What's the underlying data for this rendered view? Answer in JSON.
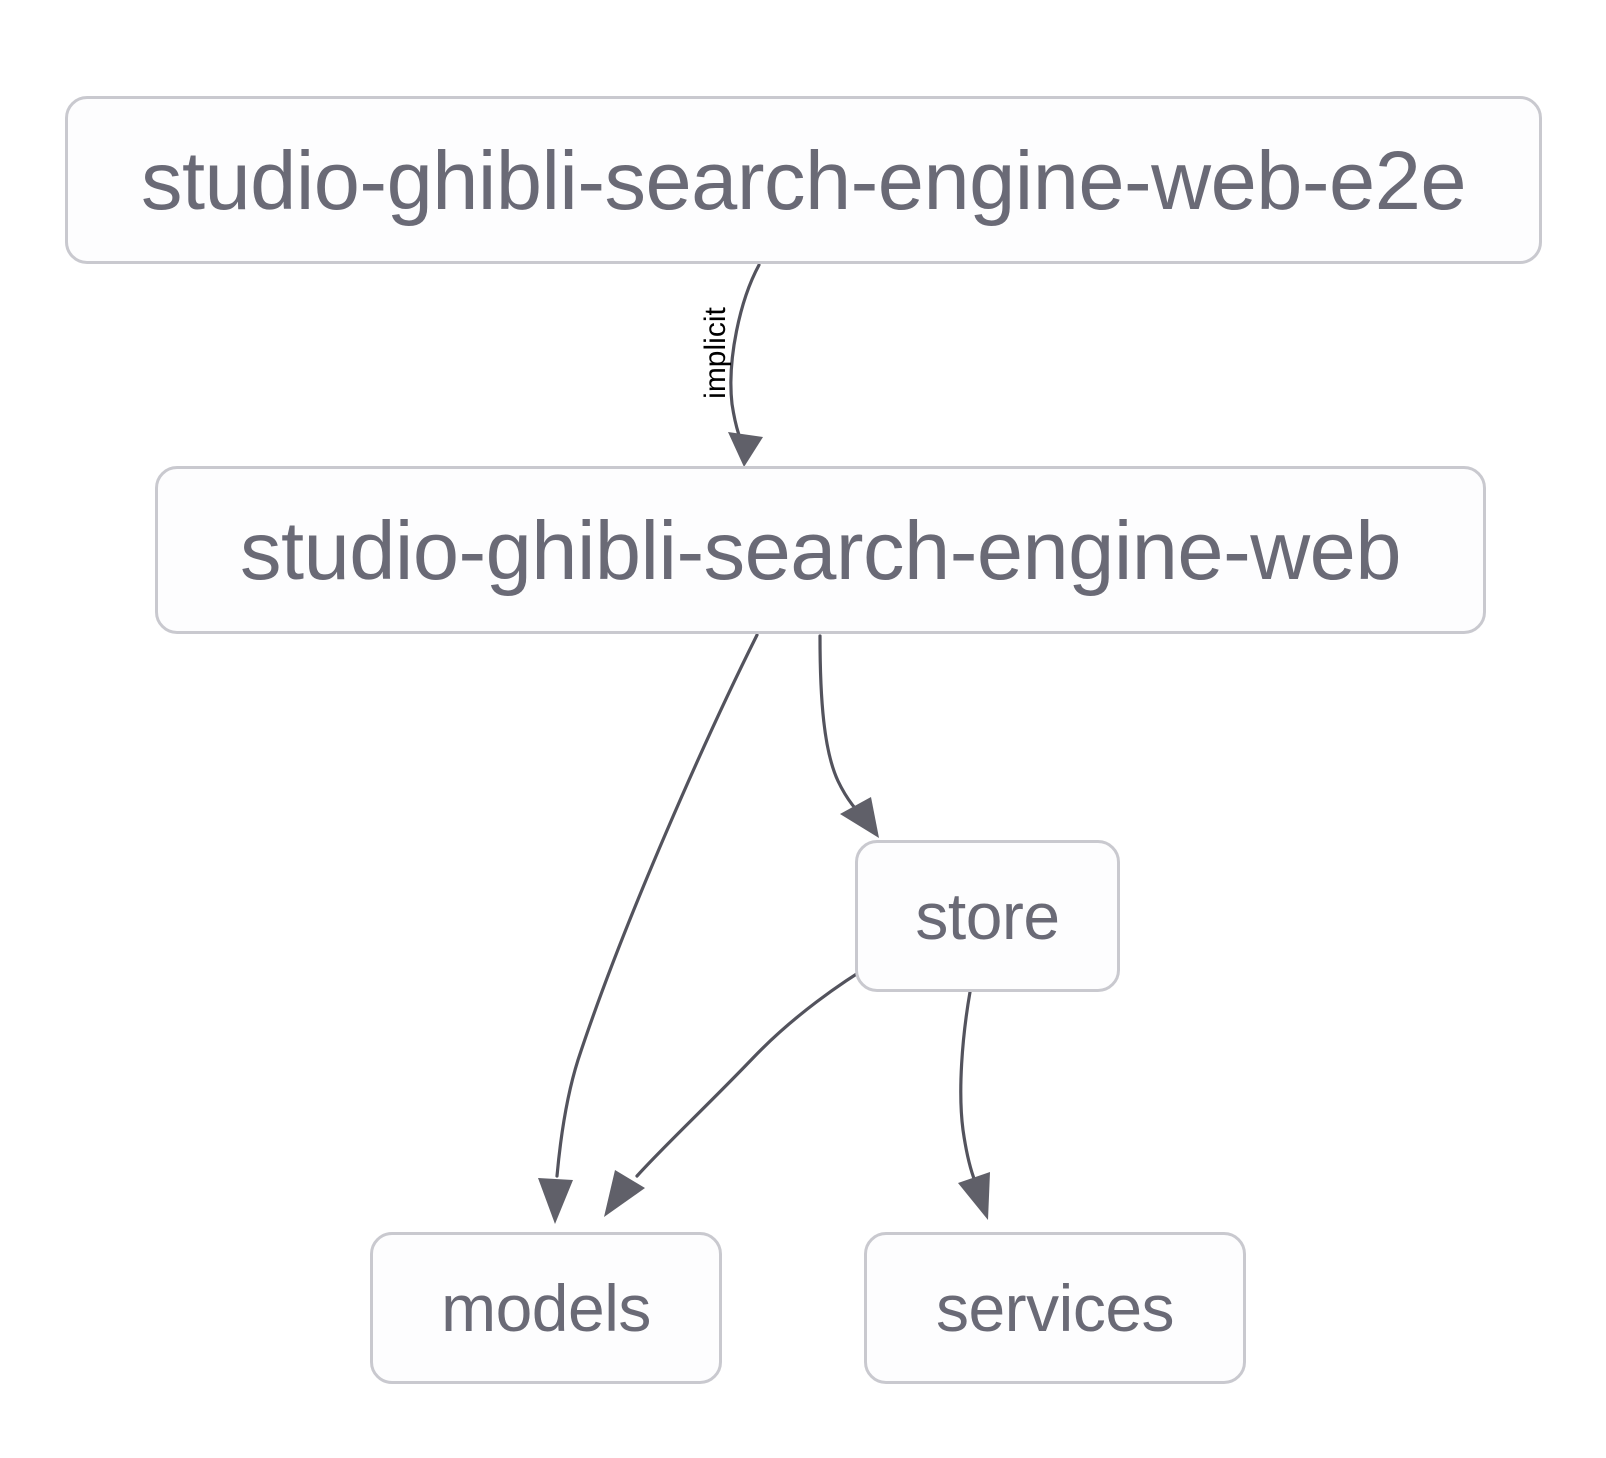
{
  "diagram": {
    "type": "dependency-graph",
    "background_color": "#ffffff",
    "node_border_color": "#c9c9cf",
    "node_fill_color": "#fdfdfe",
    "node_text_color": "#6a6a76",
    "edge_color": "#53535d",
    "edge_label_color": "#000000",
    "nodes": [
      {
        "id": "root",
        "label": "studio-ghibli-search-engine-web-e2e"
      },
      {
        "id": "web",
        "label": "studio-ghibli-search-engine-web"
      },
      {
        "id": "store",
        "label": "store"
      },
      {
        "id": "models",
        "label": "models"
      },
      {
        "id": "services",
        "label": "services"
      }
    ],
    "edges": [
      {
        "from": "root",
        "to": "web",
        "label": "implicit"
      },
      {
        "from": "web",
        "to": "models",
        "label": ""
      },
      {
        "from": "web",
        "to": "store",
        "label": ""
      },
      {
        "from": "store",
        "to": "models",
        "label": ""
      },
      {
        "from": "store",
        "to": "services",
        "label": ""
      }
    ]
  }
}
